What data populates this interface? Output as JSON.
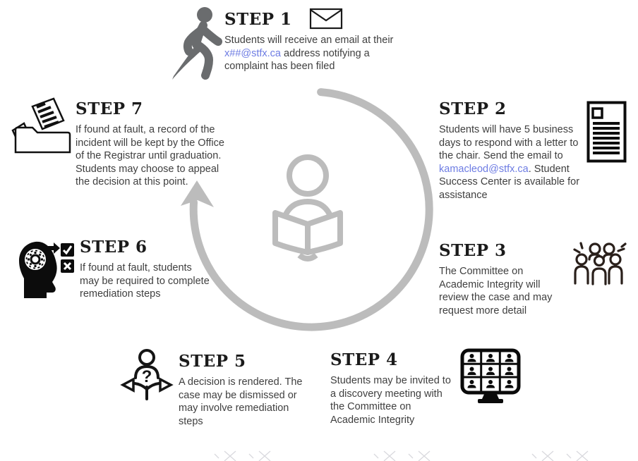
{
  "page": {
    "title": "Academic Integrity Process Steps",
    "colors": {
      "heading": "#1b1b1b",
      "body": "#3f3f3f",
      "link": "#6d7ce3",
      "arc": "#bcbcbc",
      "icon_gray": "#6a6c6e",
      "mark": "#d9d9de"
    }
  },
  "center": {
    "arrow_icon": "circular-arrow",
    "figure_icon": "person-reading-icon"
  },
  "steps": [
    {
      "id": "step-1",
      "title": "STEP 1",
      "icons": [
        "running-person-icon",
        "envelope-icon"
      ],
      "body": [
        {
          "text": "Students will receive an email at their "
        },
        {
          "text": "x##@stfx.ca",
          "link": true
        },
        {
          "text": " address notifying a complaint has been filed"
        }
      ]
    },
    {
      "id": "step-2",
      "title": "STEP 2",
      "icons": [
        "letter-document-icon"
      ],
      "body": [
        {
          "text": "Students will have 5 business days to respond with a letter to the chair.  Send the email to "
        },
        {
          "text": "kamacleod@stfx.ca",
          "link": true
        },
        {
          "text": ".  Student Success Center is available for assistance"
        }
      ]
    },
    {
      "id": "step-3",
      "title": "STEP 3",
      "icons": [
        "committee-people-icon"
      ],
      "body": [
        {
          "text": "The Committee on Academic Integrity will review the case and may request more detail"
        }
      ]
    },
    {
      "id": "step-4",
      "title": "STEP 4",
      "icons": [
        "video-meeting-monitor-icon"
      ],
      "body": [
        {
          "text": "Students may be invited to a discovery meeting with the Committee on Academic Integrity"
        }
      ]
    },
    {
      "id": "step-5",
      "title": "STEP 5",
      "icons": [
        "decision-person-arrows-icon"
      ],
      "body": [
        {
          "text": "A decision is rendered. The case may be dismissed or may involve remediation steps"
        }
      ]
    },
    {
      "id": "step-6",
      "title": "STEP 6",
      "icons": [
        "head-gear-checklist-icon"
      ],
      "body": [
        {
          "text": "If found at fault, students may be required to complete remediation steps"
        }
      ]
    },
    {
      "id": "step-7",
      "title": "STEP 7",
      "icons": [
        "folder-records-icon"
      ],
      "body": [
        {
          "text": "If found at fault, a record of the incident will be kept by the Office of the Registrar until graduation.  Students may choose to appeal the decision at this point."
        }
      ]
    }
  ]
}
